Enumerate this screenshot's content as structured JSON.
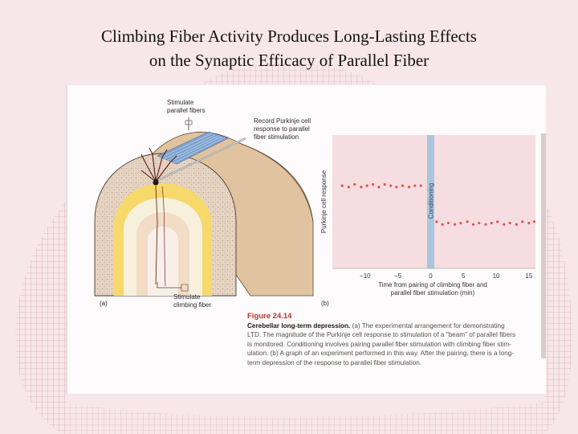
{
  "slide": {
    "title_line1": "Climbing Fiber Activity Produces Long-Lasting Effects",
    "title_line2": "on the Synaptic Efficacy of Parallel Fiber"
  },
  "panel_a": {
    "label": "(a)",
    "stimulate_parallel": [
      "Stimulate",
      "parallel fibers"
    ],
    "record": [
      "Record Purkinje cell",
      "response to parallel",
      "fiber stimulation"
    ],
    "stimulate_climbing": [
      "Stimulate",
      "climbing fiber"
    ]
  },
  "panel_b": {
    "label": "(b)"
  },
  "caption": {
    "figure_number": "Figure 24.14",
    "title": "Cerebellar long-term depression.",
    "body_lines": [
      "(a) The experimental arrangement for demonstrating",
      "LTD. The magnitude of the Purkinje cell response to stimulation of a \"beam\" of parallel fibers",
      "is monitored. Conditioning involves pairing parallel fiber stimulation with climbing fiber stim-",
      "ulation. (b) A graph of an experiment performed in this way. After the pairing, there is a long-",
      "term depression of the response to parallel fiber stimulation."
    ]
  },
  "colors": {
    "plot_background": "#f6dde1",
    "conditioning_band": "#a9c6df",
    "data_points": "#e0564b",
    "tissue_yellow": "#f7dc6f",
    "tissue_tan": "#ecd3b6"
  },
  "chart_data": {
    "type": "scatter",
    "title": "",
    "xlabel": "Time from pairing of climbing fiber and parallel fiber stimulation (min)",
    "xlabel_lines": [
      "Time from pairing of climbing fiber and",
      "parallel fiber stimulation (min)"
    ],
    "ylabel": "Purkinje cell response",
    "xlim": [
      -15,
      16
    ],
    "ylim": [
      0,
      1
    ],
    "x_ticks": [
      -10,
      -5,
      0,
      5,
      10,
      15
    ],
    "x_tick_labels": [
      "−10",
      "−5",
      "0",
      "5",
      "10",
      "15"
    ],
    "grid": false,
    "annotations": [
      {
        "text": "Conditioning",
        "x": 0
      }
    ],
    "series": [
      {
        "values": [
          [
            -13.5,
            0.62
          ],
          [
            -12.5,
            0.61
          ],
          [
            -11.6,
            0.63
          ],
          [
            -10.6,
            0.61
          ],
          [
            -9.7,
            0.62
          ],
          [
            -8.8,
            0.63
          ],
          [
            -7.9,
            0.61
          ],
          [
            -7.0,
            0.63
          ],
          [
            -6.1,
            0.62
          ],
          [
            -5.2,
            0.61
          ],
          [
            -4.3,
            0.62
          ],
          [
            -3.3,
            0.61
          ],
          [
            -2.4,
            0.62
          ],
          [
            -1.5,
            0.62
          ],
          [
            0.9,
            0.35
          ],
          [
            1.8,
            0.33
          ],
          [
            2.7,
            0.34
          ],
          [
            3.7,
            0.33
          ],
          [
            4.6,
            0.34
          ],
          [
            5.6,
            0.35
          ],
          [
            6.5,
            0.33
          ],
          [
            7.4,
            0.34
          ],
          [
            8.4,
            0.33
          ],
          [
            9.3,
            0.34
          ],
          [
            10.2,
            0.35
          ],
          [
            11.2,
            0.33
          ],
          [
            12.1,
            0.34
          ],
          [
            13.1,
            0.33
          ],
          [
            14.0,
            0.35
          ],
          [
            15.0,
            0.34
          ],
          [
            15.8,
            0.35
          ]
        ]
      }
    ]
  }
}
